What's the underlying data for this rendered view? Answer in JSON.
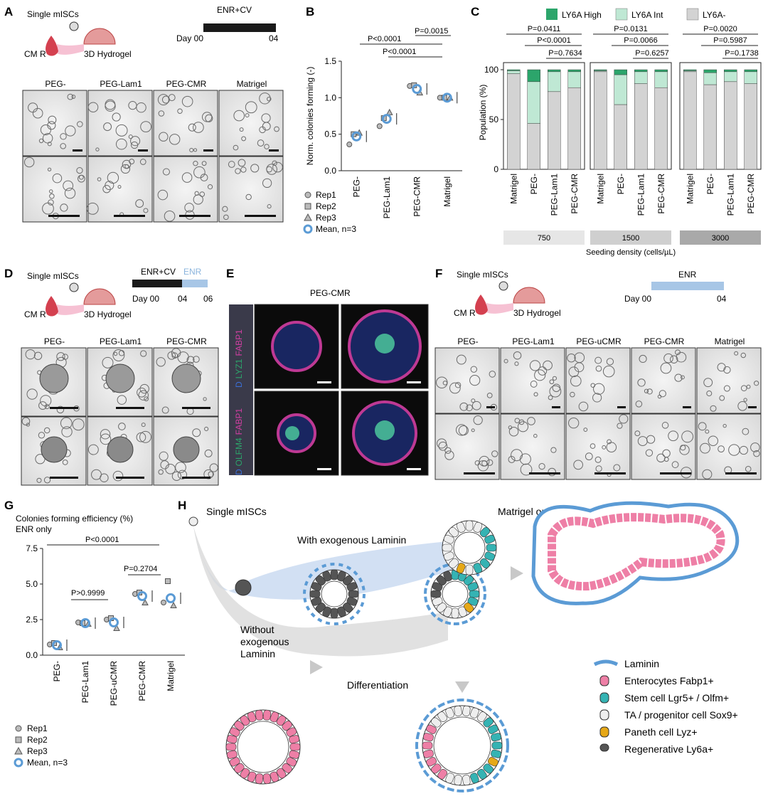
{
  "panels": {
    "A": {
      "letter": "A",
      "cell": "Single mISCs",
      "cmr": "CM R",
      "hydrogel": "3D Hydrogel",
      "condition": "ENR+CV",
      "day_start": "Day 00",
      "day_end": "04",
      "images": [
        "PEG-",
        "PEG-Lam1",
        "PEG-CMR",
        "Matrigel"
      ]
    },
    "B": {
      "letter": "B",
      "pvals": [
        "P<0.0001",
        "P=0.0015",
        "P<0.0001"
      ],
      "legend": [
        "Rep1",
        "Rep2",
        "Rep3",
        "Mean,  n=3"
      ]
    },
    "C": {
      "letter": "C",
      "legend": [
        "LY6A High",
        "LY6A Int",
        "LY6A-"
      ],
      "pvals_750": [
        "P=0.0411",
        "P<0.0001",
        "P=0.7634"
      ],
      "pvals_1500": [
        "P=0.0131",
        "P=0.0066",
        "P=0.6257"
      ],
      "pvals_3000": [
        "P=0.0020",
        "P=0.5987",
        "P=0.1738"
      ],
      "densities": [
        "750",
        "1500",
        "3000"
      ],
      "density_label": "Seeding density (cells/µL)"
    },
    "D": {
      "letter": "D",
      "cell": "Single mISCs",
      "cmr": "CM R",
      "hydrogel": "3D Hydrogel",
      "condition1": "ENR+CV",
      "condition2": "ENR",
      "day_start": "Day 00",
      "day_mid": "04",
      "day_end": "06",
      "images": [
        "PEG-",
        "PEG-Lam1",
        "PEG-CMR"
      ]
    },
    "E": {
      "letter": "E",
      "title": "PEG-CMR",
      "row1": [
        "D",
        "LYZ1",
        "FABP1"
      ],
      "row2": [
        "D",
        "OLFM4",
        "FABP1"
      ]
    },
    "F": {
      "letter": "F",
      "cell": "Single mISCs",
      "cmr": "CM R",
      "hydrogel": "3D Hydrogel",
      "condition": "ENR",
      "day_start": "Day 00",
      "day_end": "04",
      "images": [
        "PEG-",
        "PEG-Lam1",
        "PEG-uCMR",
        "PEG-CMR",
        "Matrigel"
      ]
    },
    "G": {
      "letter": "G",
      "title1": "Colonies forming efficiency (%)",
      "title2": "ENR only",
      "pvals": [
        "P<0.0001",
        "P>0.9999",
        "P=0.2704"
      ],
      "legend": [
        "Rep1",
        "Rep2",
        "Rep3",
        "Mean,  n=3"
      ]
    },
    "H": {
      "letter": "H",
      "cell": "Single mISCs",
      "matrigel": "Matrigel or exogenous laminin culture",
      "with": "With exogenous Laminin",
      "without": [
        "Without",
        "exogenous",
        "Laminin"
      ],
      "differentiation": "Differentiation",
      "legend": [
        "Laminin",
        "Enterocytes Fabp1+",
        "Stem cell Lgr5+ / Olfm+",
        "TA / progenitor cell Sox9+",
        "Paneth cell Lyz+",
        "Regenerative Ly6a+"
      ]
    }
  },
  "colors": {
    "ly6a_high": "#2ca56b",
    "ly6a_int": "#bfe8d4",
    "ly6a_neg": "#d3d3d3",
    "mean": "#5b9bd5",
    "laminin": "#5b9bd5",
    "enterocyte": "#ee7fa6",
    "stem": "#35b3b3",
    "ta": "#eeeeee",
    "paneth": "#e6a817",
    "regen": "#555555"
  },
  "chart_data": [
    {
      "id": "B",
      "type": "scatter",
      "categories": [
        "PEG-",
        "PEG-Lam1",
        "PEG-CMR",
        "Matrigel"
      ],
      "ylabel": "Norm. colonies forming (-)",
      "ylim": [
        0,
        1.5
      ],
      "yticks": [
        "0.0",
        "0.5",
        "1.0",
        "1.5"
      ],
      "series": [
        {
          "name": "Rep1",
          "values": [
            0.36,
            0.61,
            1.16,
            1.0
          ]
        },
        {
          "name": "Rep2",
          "values": [
            0.5,
            0.72,
            1.17,
            1.0
          ]
        },
        {
          "name": "Rep3",
          "values": [
            0.52,
            0.8,
            1.07,
            1.0
          ]
        },
        {
          "name": "Mean,  n=3",
          "values": [
            0.47,
            0.71,
            1.12,
            1.0
          ]
        }
      ]
    },
    {
      "id": "C",
      "type": "bar",
      "ylabel": "Population (%)",
      "ylim": [
        0,
        100
      ],
      "yticks": [
        "0",
        "50",
        "100"
      ],
      "groups": [
        {
          "density": "750",
          "categories": [
            "Matrigel",
            "PEG-",
            "PEG-Lam1",
            "PEG-CMR"
          ],
          "high": [
            1,
            12,
            2,
            2
          ],
          "int": [
            3,
            42,
            20,
            16
          ],
          "neg": [
            96,
            46,
            78,
            82
          ]
        },
        {
          "density": "1500",
          "categories": [
            "Matrigel",
            "PEG-",
            "PEG-Lam1",
            "PEG-CMR"
          ],
          "high": [
            1,
            5,
            2,
            2
          ],
          "int": [
            1,
            30,
            12,
            16
          ],
          "neg": [
            98,
            65,
            86,
            82
          ]
        },
        {
          "density": "3000",
          "categories": [
            "Matrigel",
            "PEG-",
            "PEG-Lam1",
            "PEG-CMR"
          ],
          "high": [
            1,
            3,
            2,
            2
          ],
          "int": [
            1,
            12,
            10,
            12
          ],
          "neg": [
            98,
            85,
            88,
            86
          ]
        }
      ]
    },
    {
      "id": "G",
      "type": "scatter",
      "categories": [
        "PEG-",
        "PEG-Lam1",
        "PEG-uCMR",
        "PEG-CMR",
        "Matrigel"
      ],
      "ylim": [
        0,
        7.5
      ],
      "yticks": [
        "0.0",
        "2.5",
        "5.0",
        "7.5"
      ],
      "series": [
        {
          "name": "Rep1",
          "values": [
            0.75,
            2.3,
            2.5,
            4.3,
            3.7
          ]
        },
        {
          "name": "Rep2",
          "values": [
            0.85,
            2.25,
            2.6,
            4.4,
            5.2
          ]
        },
        {
          "name": "Rep3",
          "values": [
            0.55,
            2.2,
            1.9,
            3.7,
            3.5
          ]
        },
        {
          "name": "Mean,  n=3",
          "values": [
            0.7,
            2.25,
            2.3,
            4.15,
            4.0
          ]
        }
      ]
    }
  ]
}
